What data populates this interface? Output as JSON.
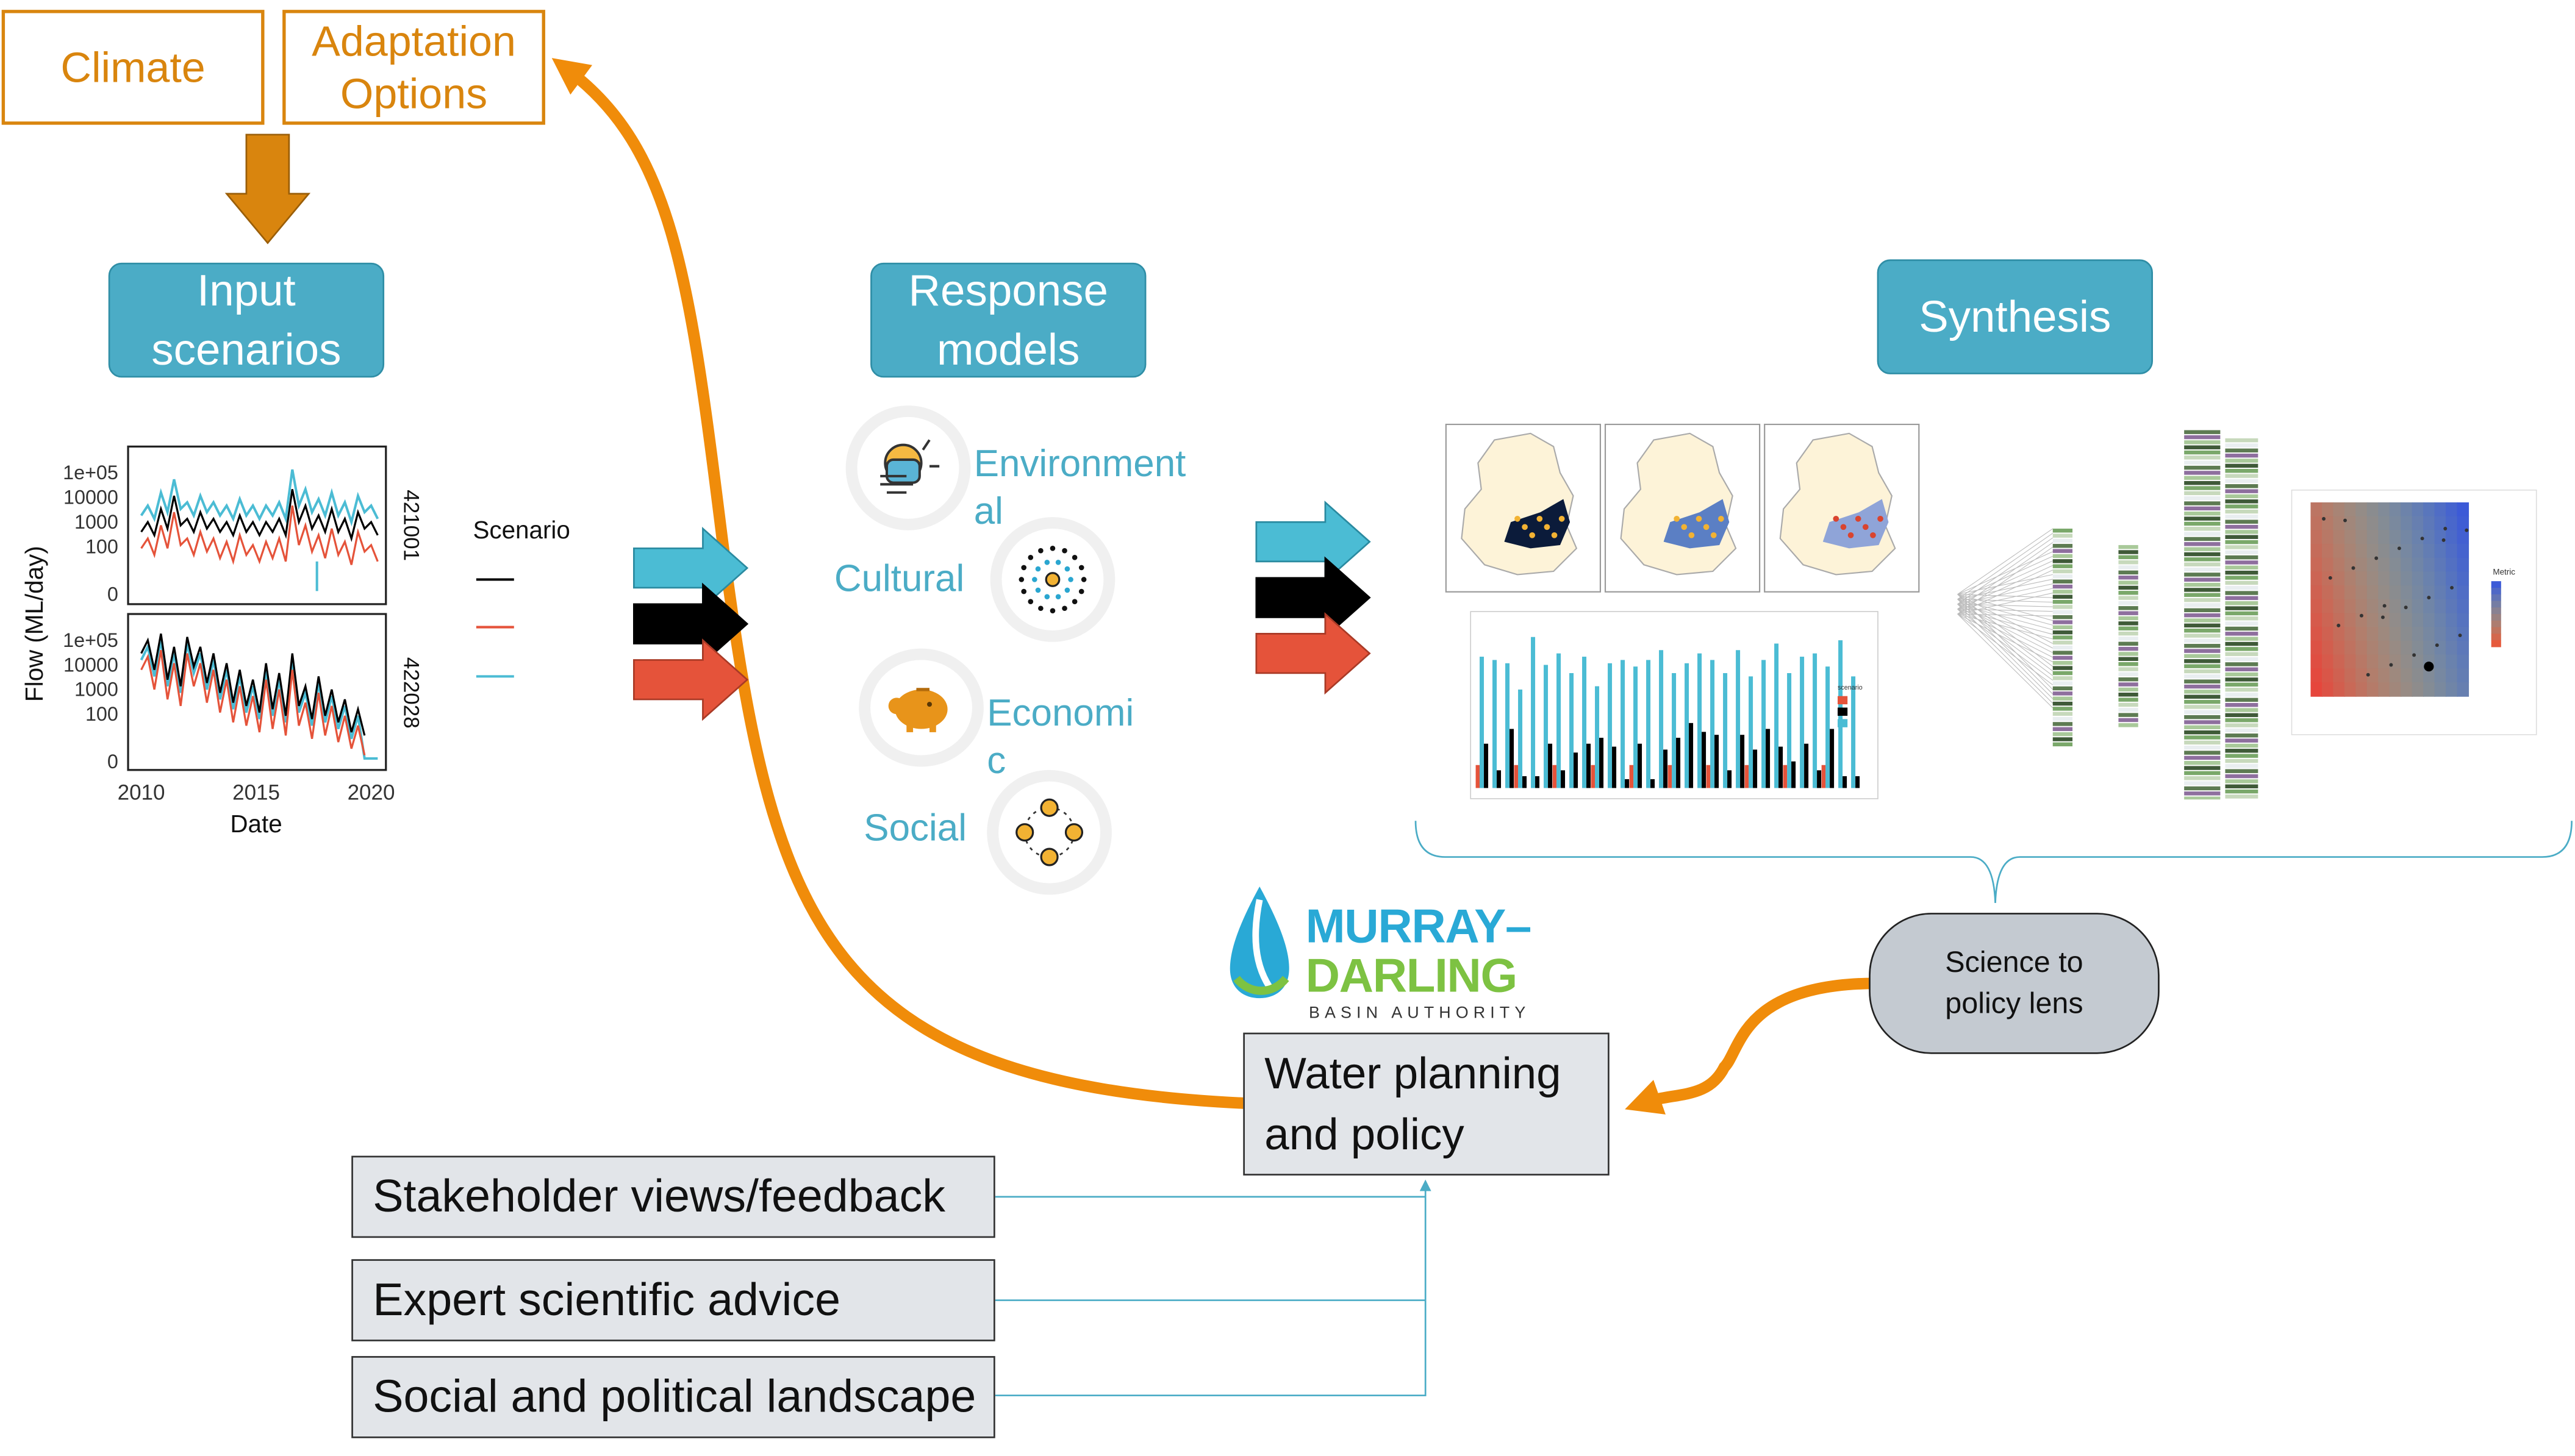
{
  "top": {
    "climate": "Climate",
    "adaptation_line1": "Adaptation",
    "adaptation_line2": "Options"
  },
  "stages": {
    "input_line1": "Input",
    "input_line2": "scenarios",
    "response_line1": "Response",
    "response_line2": "models",
    "synthesis": "Synthesis"
  },
  "models": {
    "environmental_line1": "Environment",
    "environmental_line2": "al",
    "cultural": "Cultural",
    "economic_line1": "Economi",
    "economic_line2": "c",
    "social": "Social"
  },
  "flow_chart": {
    "ylabel": "Flow (ML/day)",
    "xlabel": "Date",
    "yticks": [
      "1e+05",
      "10000",
      "1000",
      "100",
      "0"
    ],
    "xticks": [
      "2010",
      "2015",
      "2020"
    ],
    "panel_top": "421001",
    "panel_bottom": "422028",
    "legend_title": "Scenario",
    "series_colors": [
      "#000000",
      "#e5533a",
      "#4bbcd4"
    ]
  },
  "heatmap": {
    "legend_title": "Metric"
  },
  "barchart": {
    "legend_title": "scenario"
  },
  "logo": {
    "line1": "MURRAY–",
    "line2": "DARLING",
    "line3": "BASIN AUTHORITY"
  },
  "policy": {
    "line1": "Water planning",
    "line2": "and policy"
  },
  "lens": {
    "line1": "Science to",
    "line2": "policy lens"
  },
  "inputs": {
    "stakeholder": "Stakeholder views/feedback",
    "expert": "Expert scientific advice",
    "social": "Social and political landscape"
  },
  "colors": {
    "orange": "#f08c0a",
    "teal": "#4bacc6",
    "red": "#e5533a",
    "black": "#000000"
  }
}
